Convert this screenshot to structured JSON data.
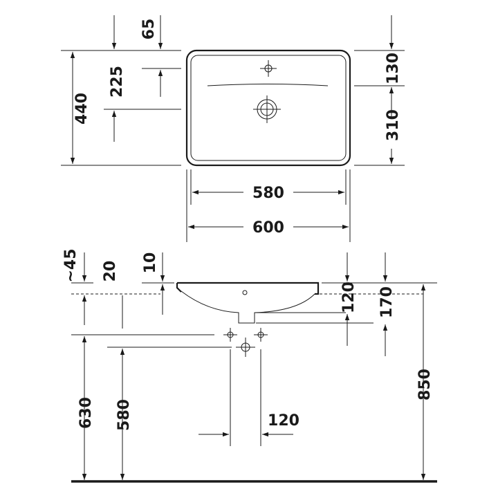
{
  "dimensions": {
    "top_view": {
      "d65": "65",
      "d225": "225",
      "d440": "440",
      "d130": "130",
      "d310": "310",
      "d580": "580",
      "d600": "600"
    },
    "side_view": {
      "d45": "~45",
      "d20": "20",
      "d10": "10",
      "d120v": "120",
      "d170": "170",
      "d850": "850",
      "d630": "630",
      "d580": "580",
      "d120h": "120"
    }
  },
  "icons": {
    "tap_hole": "tap-hole-icon",
    "drain_hole": "drain-hole-icon",
    "supply_valve": "supply-valve-icon",
    "waste_outlet": "waste-outlet-icon"
  }
}
